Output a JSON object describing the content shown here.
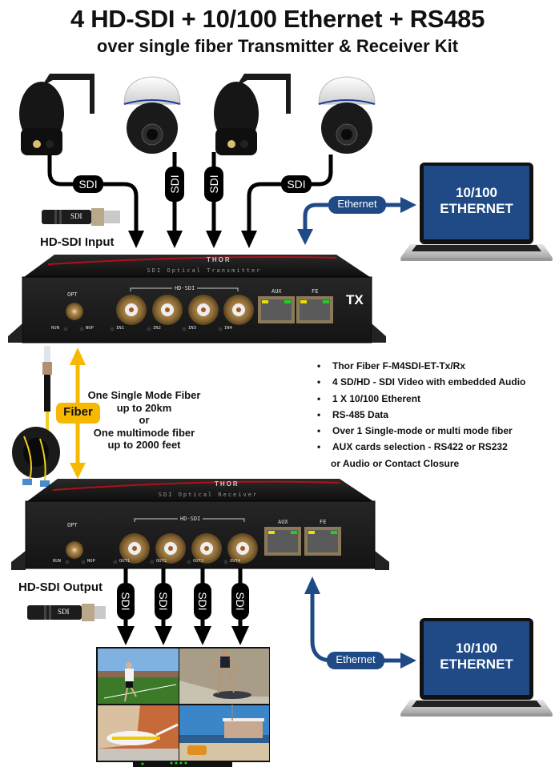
{
  "header": {
    "title": "4 HD-SDI + 10/100 Ethernet + RS485",
    "subtitle": "over single fiber Transmitter & Receiver Kit"
  },
  "colors": {
    "ethernet_blue": "#1f4a85",
    "fiber_yellow": "#f7b800",
    "cable_black": "#000000",
    "device_body": "#1c1c1c",
    "device_stripe": "#b0101a"
  },
  "transmitter": {
    "input_label": "HD-SDI  Input",
    "connector_label": "SDI",
    "cable_labels": [
      "SDI",
      "SDI",
      "SDI",
      "SDI"
    ],
    "cameras": [
      "ptz-dome-camera",
      "dome-camera",
      "ptz-dome-camera",
      "dome-camera"
    ],
    "top_label": "SDI Optical Transmitter",
    "brand": "THOR",
    "opt_label": "OPT",
    "hdsdi_label": "HD-SDI",
    "ports": [
      "IN1",
      "IN2",
      "IN3",
      "IN4"
    ],
    "leds": [
      "RUN",
      "NOP"
    ],
    "aux_label": "AUX",
    "fe_label": "FE",
    "badge": "TX"
  },
  "ethernet_top": {
    "label": "Ethernet",
    "laptop_text": [
      "10/100",
      "ETHERNET"
    ]
  },
  "fiber": {
    "label": "Fiber",
    "description": [
      "One Single Mode Fiber",
      "up to 20km",
      "or",
      "One multimode fiber",
      "up to 2000 feet"
    ]
  },
  "features": {
    "items": [
      "Thor Fiber F-M4SDI-ET-Tx/Rx",
      "4 SD/HD - SDI Video with embedded  Audio",
      "1 X 10/100 Etherent",
      "RS-485 Data",
      "Over 1 Single-mode or multi mode fiber",
      "AUX cards selection - RS422 or RS232"
    ],
    "continuation": "or Audio or Contact Closure"
  },
  "receiver": {
    "output_label": "HD-SDI  Output",
    "connector_label": "SDI",
    "cable_labels": [
      "SDI",
      "SDI",
      "SDI",
      "SDI"
    ],
    "top_label": "SDI Optical Receiver",
    "brand": "THOR",
    "opt_label": "OPT",
    "hdsdi_label": "HD-SDI",
    "ports": [
      "OUT1",
      "OUT2",
      "OUT3",
      "OUT4"
    ],
    "leds": [
      "RUN",
      "NOP"
    ],
    "aux_label": "AUX",
    "fe_label": "FE",
    "monitor_tiles": [
      "soccer-player",
      "skimboarder",
      "rescue-helicopter",
      "lifeguard-tower"
    ]
  },
  "ethernet_bottom": {
    "label": "Ethernet",
    "laptop_text": [
      "10/100",
      "ETHERNET"
    ]
  }
}
